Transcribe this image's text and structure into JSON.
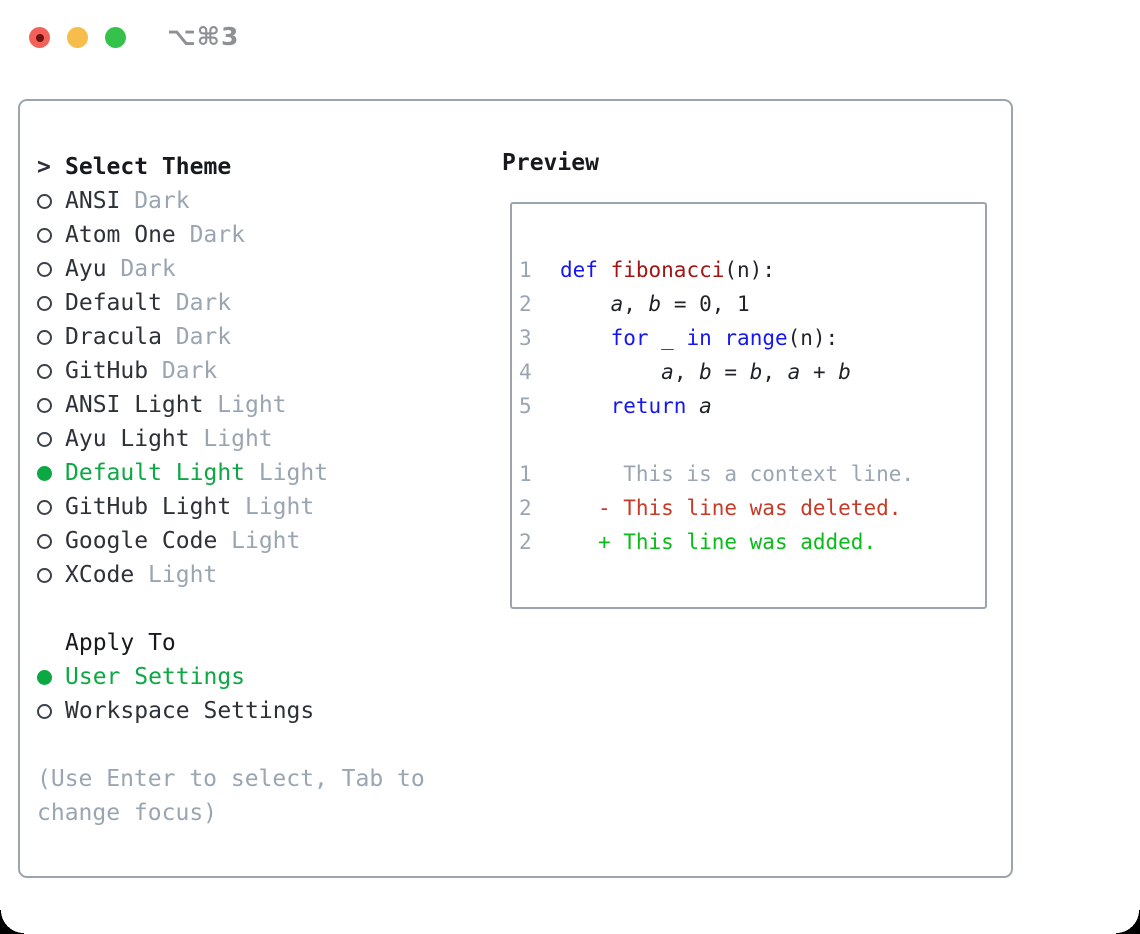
{
  "window": {
    "title": "⌥⌘3",
    "traffic_lights": {
      "close": "close-button",
      "minimize": "minimize-button",
      "zoom": "zoom-button"
    }
  },
  "theme_list": {
    "pointer": ">",
    "heading": "Select Theme",
    "items": [
      {
        "name": "ANSI",
        "variant": "Dark",
        "selected": false
      },
      {
        "name": "Atom One",
        "variant": "Dark",
        "selected": false
      },
      {
        "name": "Ayu",
        "variant": "Dark",
        "selected": false
      },
      {
        "name": "Default",
        "variant": "Dark",
        "selected": false
      },
      {
        "name": "Dracula",
        "variant": "Dark",
        "selected": false
      },
      {
        "name": "GitHub",
        "variant": "Dark",
        "selected": false
      },
      {
        "name": "ANSI Light",
        "variant": "Light",
        "selected": false
      },
      {
        "name": "Ayu Light",
        "variant": "Light",
        "selected": false
      },
      {
        "name": "Default Light",
        "variant": "Light",
        "selected": true
      },
      {
        "name": "GitHub Light",
        "variant": "Light",
        "selected": false
      },
      {
        "name": "Google Code",
        "variant": "Light",
        "selected": false
      },
      {
        "name": "XCode",
        "variant": "Light",
        "selected": false
      }
    ]
  },
  "apply_to": {
    "heading": "Apply To",
    "options": [
      {
        "label": "User Settings",
        "selected": true
      },
      {
        "label": "Workspace Settings",
        "selected": false
      }
    ]
  },
  "help": {
    "text": "(Use Enter to select, Tab to change focus)"
  },
  "preview": {
    "heading": "Preview",
    "code_lines": [
      {
        "num": "1",
        "tokens": [
          {
            "t": "def",
            "c": "kw"
          },
          {
            "t": " ",
            "c": "pl"
          },
          {
            "t": "fibonacci",
            "c": "fn"
          },
          {
            "t": "(n):",
            "c": "pl"
          }
        ]
      },
      {
        "num": "2",
        "tokens": [
          {
            "t": "    ",
            "c": "pl"
          },
          {
            "t": "a",
            "c": "var"
          },
          {
            "t": ", ",
            "c": "pl"
          },
          {
            "t": "b",
            "c": "var"
          },
          {
            "t": " = 0, 1",
            "c": "pl"
          }
        ]
      },
      {
        "num": "3",
        "tokens": [
          {
            "t": "    ",
            "c": "pl"
          },
          {
            "t": "for",
            "c": "kw"
          },
          {
            "t": " _ ",
            "c": "pl"
          },
          {
            "t": "in",
            "c": "kw"
          },
          {
            "t": " ",
            "c": "pl"
          },
          {
            "t": "range",
            "c": "kw"
          },
          {
            "t": "(n):",
            "c": "pl"
          }
        ]
      },
      {
        "num": "4",
        "tokens": [
          {
            "t": "        ",
            "c": "pl"
          },
          {
            "t": "a",
            "c": "var"
          },
          {
            "t": ", ",
            "c": "pl"
          },
          {
            "t": "b",
            "c": "var"
          },
          {
            "t": " = ",
            "c": "pl"
          },
          {
            "t": "b",
            "c": "var"
          },
          {
            "t": ", ",
            "c": "pl"
          },
          {
            "t": "a",
            "c": "var"
          },
          {
            "t": " + ",
            "c": "pl"
          },
          {
            "t": "b",
            "c": "var"
          }
        ]
      },
      {
        "num": "5",
        "tokens": [
          {
            "t": "    ",
            "c": "pl"
          },
          {
            "t": "return",
            "c": "kw"
          },
          {
            "t": " ",
            "c": "pl"
          },
          {
            "t": "a",
            "c": "var"
          }
        ]
      }
    ],
    "diff_lines": [
      {
        "num": "1",
        "tokens": [
          {
            "t": "     This is a context line.",
            "c": "ctx"
          }
        ]
      },
      {
        "num": "2",
        "tokens": [
          {
            "t": "   ",
            "c": "pl"
          },
          {
            "t": "- This line was deleted.",
            "c": "del"
          }
        ]
      },
      {
        "num": "2",
        "tokens": [
          {
            "t": "   ",
            "c": "pl"
          },
          {
            "t": "+ This line was added.",
            "c": "add"
          }
        ]
      }
    ]
  },
  "colors": {
    "accent_green": "#0ca843",
    "keyword_blue": "#1616f0",
    "function_red": "#a31515",
    "deleted_red": "#c83a28",
    "added_green": "#0abb1a",
    "muted_gray": "#9aa5b2",
    "text_dark": "#2d3238",
    "border_gray": "#9ca4af",
    "title_gray": "#8d9095",
    "traffic_red": "#f2625a",
    "traffic_yellow": "#f6bd4b",
    "traffic_green": "#35c24b"
  }
}
